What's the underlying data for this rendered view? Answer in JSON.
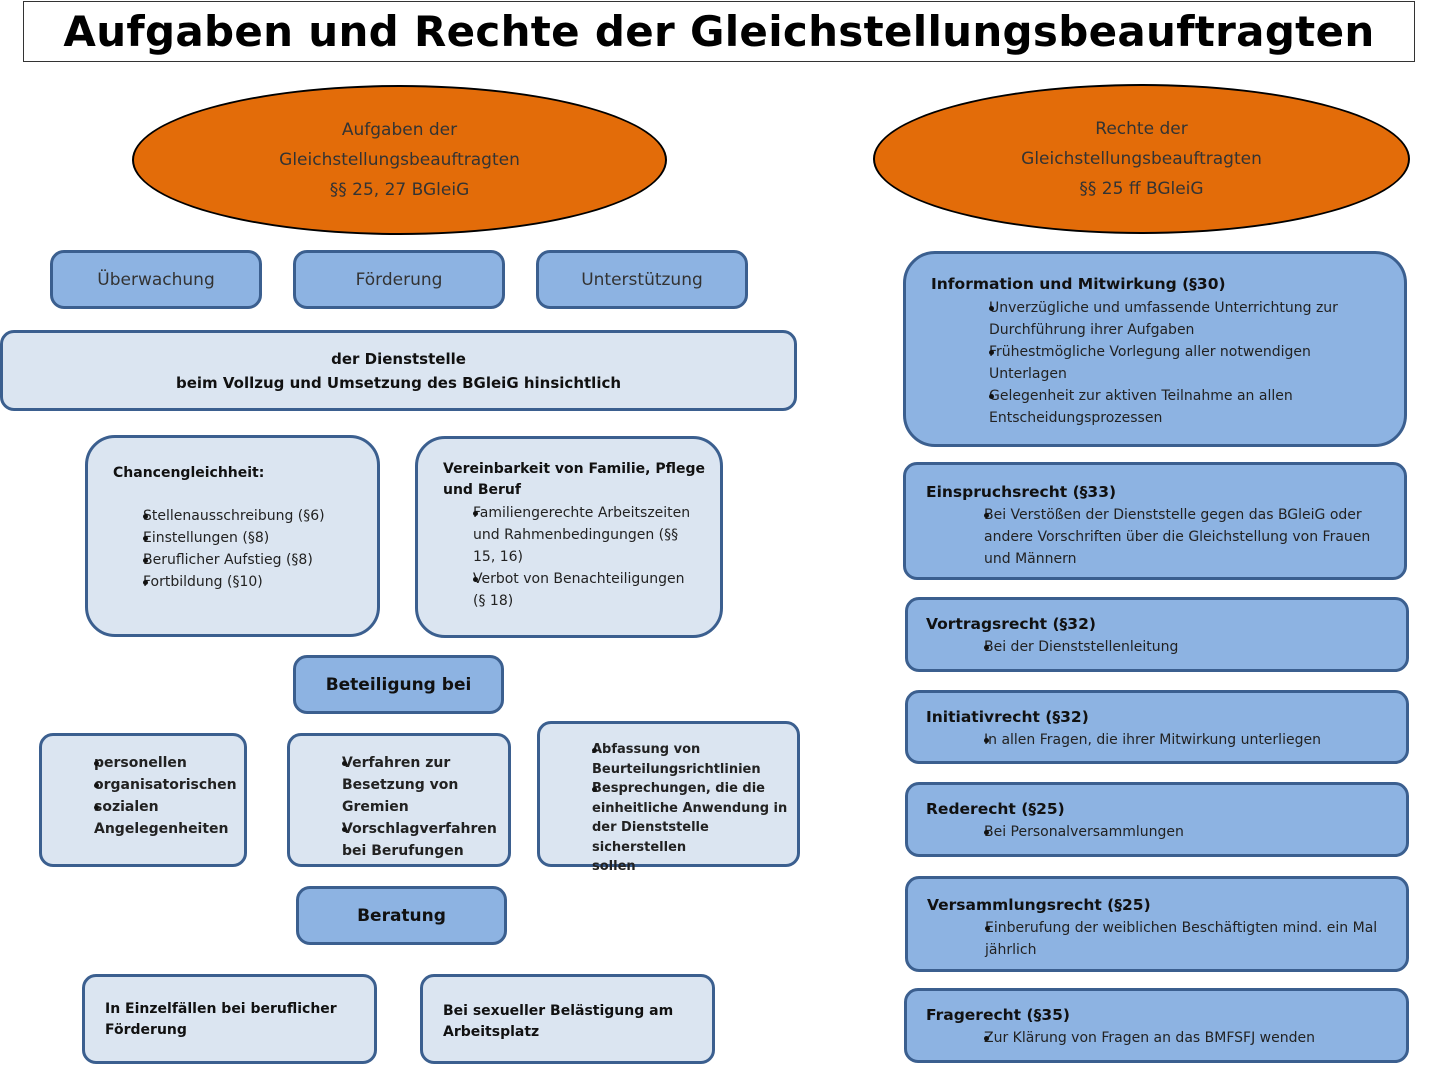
{
  "title": "Aufgaben und Rechte der Gleichstellungsbeauftragten",
  "aufgaben": {
    "ellipse": [
      "Aufgaben der",
      "Gleichstellungsbeauftragten",
      "§§ 25, 27 BGleiG"
    ],
    "categories": [
      "Überwachung",
      "Förderung",
      "Unterstützung"
    ],
    "dienststelle": [
      "der Dienststelle",
      "beim Vollzug und Umsetzung des BGleiG hinsichtlich"
    ],
    "chancengleichheit": {
      "title": "Chancengleichheit:",
      "items": [
        "Stellenausschreibung (§6)",
        "Einstellungen (§8)",
        "Beruflicher Aufstieg (§8)",
        "Fortbildung (§10)"
      ]
    },
    "vereinbarkeit": {
      "title_lines": [
        "Vereinbarkeit von Familie, Pflege",
        "und Beruf"
      ],
      "items": [
        [
          "Familiengerechte Arbeitszeiten",
          "und Rahmenbedingungen (§§",
          "15, 16)"
        ],
        [
          "Verbot von Benachteiligungen",
          "(§ 18)"
        ]
      ]
    },
    "beteiligung": {
      "label": "Beteiligung bei",
      "box1": [
        [
          "personellen"
        ],
        [
          "organisatorischen"
        ],
        [
          "sozialen",
          "Angelegenheiten"
        ]
      ],
      "box2": [
        [
          "Verfahren zur",
          "Besetzung von",
          "Gremien"
        ],
        [
          "Vorschlagverfahren",
          "bei Berufungen"
        ]
      ],
      "box3": [
        [
          "Abfassung von",
          "Beurteilungsrichtlinien"
        ],
        [
          "Besprechungen, die die",
          "einheitliche Anwendung in",
          "der Dienststelle sicherstellen",
          "sollen"
        ]
      ]
    },
    "beratung": {
      "label": "Beratung",
      "box1": [
        "In Einzelfällen bei beruflicher",
        "Förderung"
      ],
      "box2": [
        "Bei sexueller Belästigung am",
        "Arbeitsplatz"
      ]
    }
  },
  "rechte": {
    "ellipse": [
      "Rechte der",
      "Gleichstellungsbeauftragten",
      "§§ 25 ff BGleiG"
    ],
    "sections": [
      {
        "title": "Information und Mitwirkung (§30)",
        "items": [
          [
            "Unverzügliche und umfassende Unterrichtung zur",
            "Durchführung ihrer Aufgaben"
          ],
          [
            "Frühestmögliche Vorlegung aller notwendigen",
            "Unterlagen"
          ],
          [
            "Gelegenheit zur aktiven Teilnahme an allen",
            "Entscheidungsprozessen"
          ]
        ]
      },
      {
        "title": "Einspruchsrecht (§33)",
        "items": [
          [
            "Bei Verstößen der Dienststelle gegen das BGleiG oder",
            "andere Vorschriften über die Gleichstellung von Frauen",
            "und Männern"
          ]
        ]
      },
      {
        "title": "Vortragsrecht (§32)",
        "items": [
          [
            "Bei der Dienststellenleitung"
          ]
        ]
      },
      {
        "title": "Initiativrecht (§32)",
        "items": [
          [
            "In allen Fragen, die ihrer Mitwirkung unterliegen"
          ]
        ]
      },
      {
        "title": "Rederecht (§25)",
        "items": [
          [
            "Bei Personalversammlungen"
          ]
        ]
      },
      {
        "title": "Versammlungsrecht (§25)",
        "items": [
          [
            "Einberufung der weiblichen Beschäftigten mind. ein Mal",
            "jährlich"
          ]
        ]
      },
      {
        "title": "Fragerecht (§35)",
        "items": [
          [
            "Zur Klärung von Fragen an das BMFSFJ wenden"
          ]
        ]
      }
    ]
  },
  "colors": {
    "ellipse_fill": "#e36c09",
    "box_dark": "#8db3e2",
    "box_light": "#dbe5f1",
    "box_border": "#3b5f8f"
  }
}
